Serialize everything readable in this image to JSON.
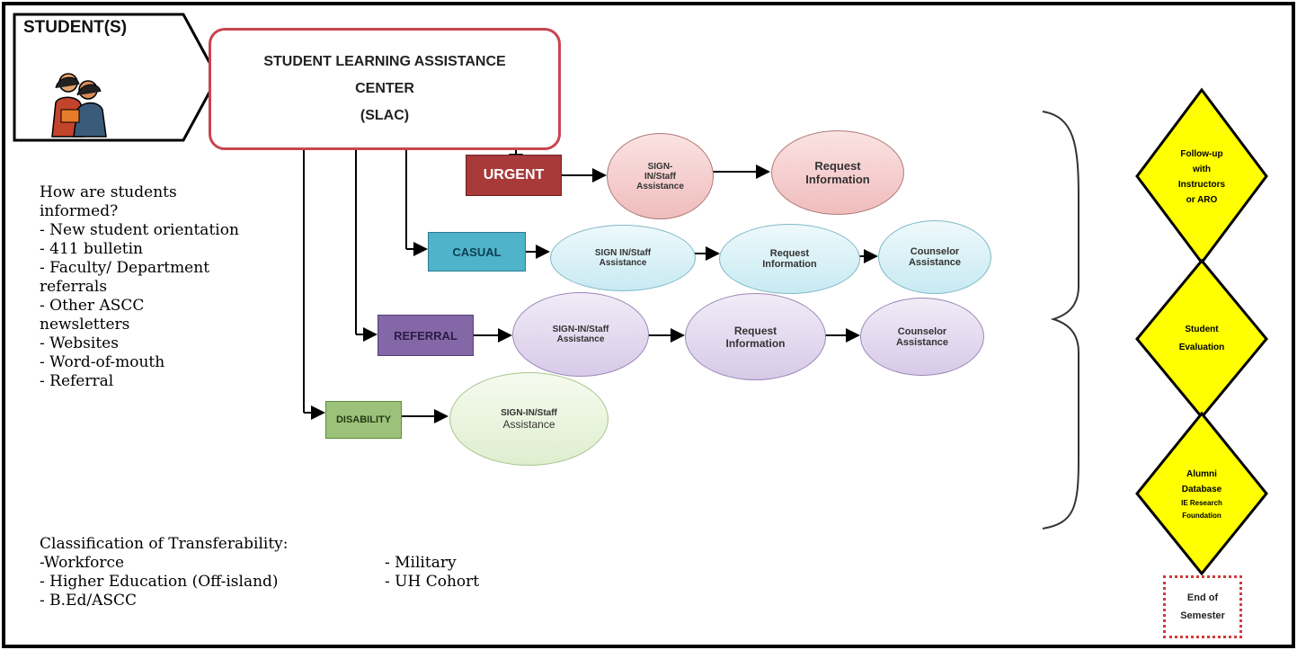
{
  "student_box": {
    "label": "STUDENT(S)"
  },
  "slac": {
    "line1": "STUDENT LEARNING ASSISTANCE",
    "line2": "CENTER",
    "line3": "(SLAC)"
  },
  "rows": {
    "urgent": {
      "label": "URGENT",
      "step1_a": "SIGN-",
      "step1_b": "IN/Staff",
      "step1_c": "Assistance",
      "step2_a": "Request",
      "step2_b": "Information"
    },
    "casual": {
      "label": "CASUAL",
      "step1_a": "SIGN IN/Staff",
      "step1_b": "Assistance",
      "step2_a": "Request",
      "step2_b": "Information",
      "step3_a": "Counselor",
      "step3_b": "Assistance"
    },
    "referral": {
      "label": "REFERRAL",
      "step1_a": "SIGN-IN/Staff",
      "step1_b": "Assistance",
      "step2_a": "Request",
      "step2_b": "Information",
      "step3_a": "Counselor",
      "step3_b": "Assistance"
    },
    "disability": {
      "label": "DISABILITY",
      "step1_a": "SIGN-IN/Staff",
      "step1_b": "Assistance"
    }
  },
  "diamonds": {
    "d1": {
      "l1": "Follow-up",
      "l2": "with",
      "l3": "Instructors",
      "l4": "or ARO"
    },
    "d2": {
      "l1": "Student",
      "l2": "Evaluation"
    },
    "d3": {
      "l1": "Alumni",
      "l2": "Database",
      "l3": "IE Research",
      "l4": "Foundation"
    }
  },
  "end_box": {
    "l1": "End of",
    "l2": "Semester"
  },
  "informed": {
    "l1": "How are students",
    "l2": "informed?",
    "l3": "- New student orientation",
    "l4": "- 411 bulletin",
    "l5": "- Faculty/ Department",
    "l6": "referrals",
    "l7": "- Other ASCC",
    "l8": "newsletters",
    "l9": "- Websites",
    "l10": "- Word-of-mouth",
    "l11": "- Referral"
  },
  "classification": {
    "title": "Classification of Transferability:",
    "c1": "-Workforce",
    "c2": "- Higher Education (Off-island)",
    "c3": "- B.Ed/ASCC",
    "c4": "- Military",
    "c5": "- UH Cohort"
  },
  "colors": {
    "urgent": "#a93a3a",
    "casual": "#4fb3c9",
    "referral": "#8467a6",
    "disability": "#9cc27a",
    "diamond": "#ffff00",
    "slac_border": "#c8454f"
  }
}
